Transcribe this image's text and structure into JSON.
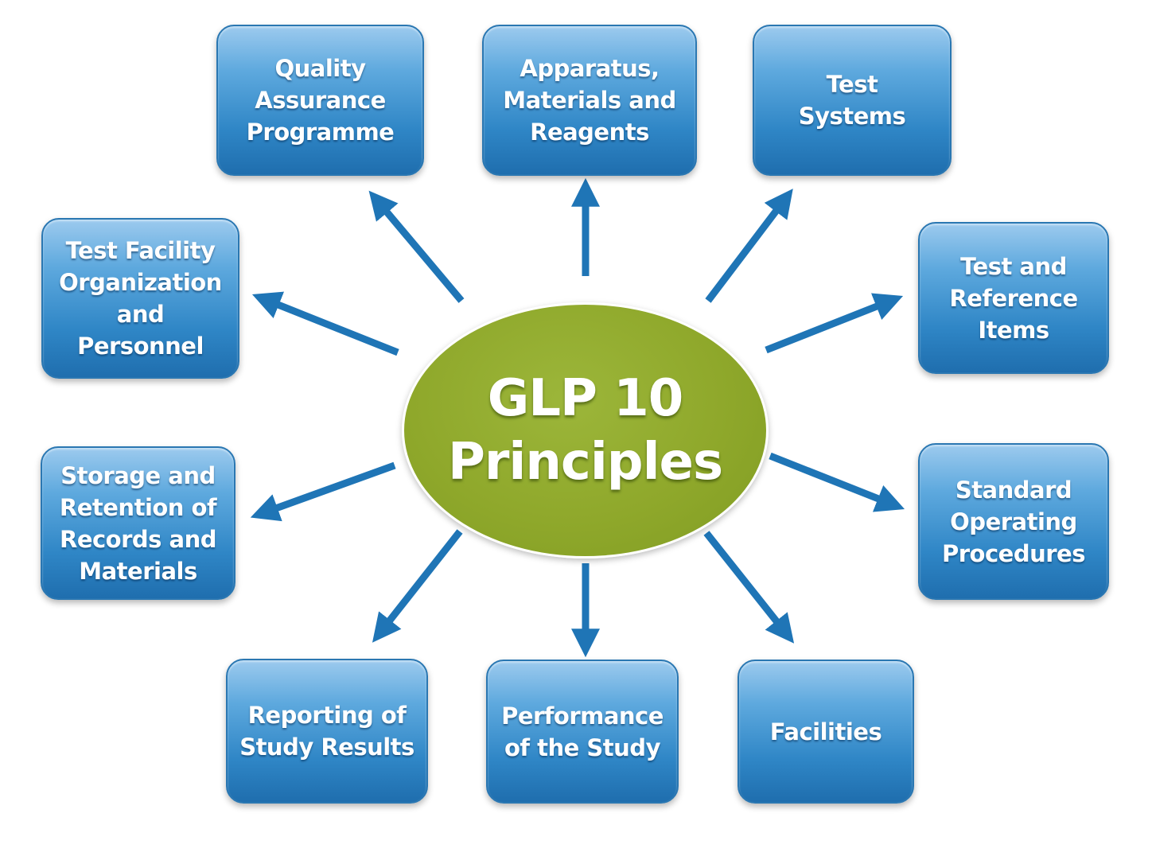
{
  "center": {
    "line1": "GLP 10",
    "line2": "Principles"
  },
  "colors": {
    "center_fill": "#8fa82b",
    "box_fill": "#2f86c6",
    "arrow": "#1f75b6",
    "text": "#ffffff"
  },
  "principles": [
    {
      "id": "quality-assurance",
      "label": "Quality\nAssurance\nProgramme"
    },
    {
      "id": "apparatus-materials",
      "label": "Apparatus,\nMaterials and\nReagents"
    },
    {
      "id": "test-systems",
      "label": "Test\nSystems"
    },
    {
      "id": "test-facility-organization",
      "label": "Test Facility\nOrganization\nand\nPersonnel"
    },
    {
      "id": "test-reference-items",
      "label": "Test and\nReference\nItems"
    },
    {
      "id": "storage-retention",
      "label": "Storage and\nRetention of\nRecords and\nMaterials"
    },
    {
      "id": "standard-operating-procedures",
      "label": "Standard\nOperating\nProcedures"
    },
    {
      "id": "reporting-study-results",
      "label": "Reporting of\nStudy Results"
    },
    {
      "id": "performance-of-study",
      "label": "Performance\nof the Study"
    },
    {
      "id": "facilities",
      "label": "Facilities"
    }
  ]
}
